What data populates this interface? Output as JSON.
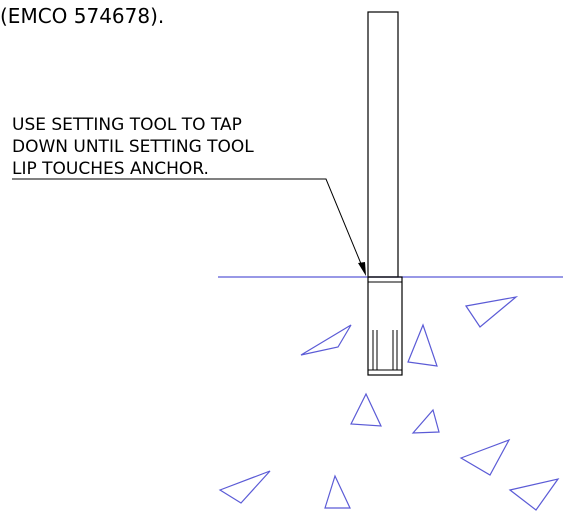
{
  "caption": {
    "text": "(EMCO 574678)."
  },
  "callout": {
    "lines": [
      "USE SETTING TOOL TO TAP",
      "DOWN UNTIL SETTING TOOL",
      "LIP TOUCHES ANCHOR."
    ]
  },
  "colors": {
    "line": "#000000",
    "surface": "#5b5bd6",
    "aggregate": "#5b5bd6",
    "background": "#ffffff"
  },
  "icons": {
    "setting_tool": "setting-tool-rod",
    "anchor": "anchor-sleeve",
    "surface": "concrete-surface-line",
    "aggregate": "aggregate-triangles"
  }
}
